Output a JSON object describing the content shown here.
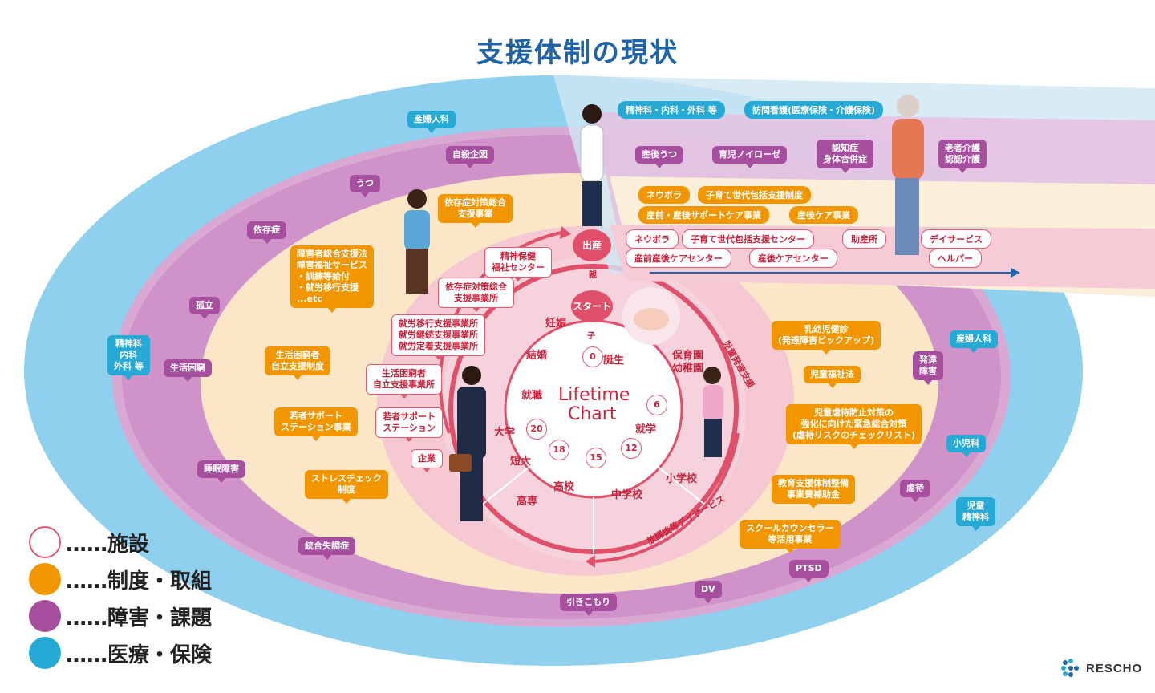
{
  "title": "支援体制の現状",
  "legend": [
    {
      "label": "……施設",
      "color": "#ffffff",
      "border": "#e05a70"
    },
    {
      "label": "……制度・取組",
      "color": "#f29600",
      "border": "#f29600"
    },
    {
      "label": "……障害・課題",
      "color": "#a64f9e",
      "border": "#a64f9e"
    },
    {
      "label": "……医療・保険",
      "color": "#27a9d6",
      "border": "#27a9d6"
    }
  ],
  "logo": "RESCHO",
  "center": {
    "line1": "Lifetime",
    "line2": "Chart",
    "start": "スタート",
    "birth": "出産"
  },
  "stages": {
    "pregnancy": "妊娠",
    "marriage": "結婚",
    "employment": "就職",
    "birthday": "誕生",
    "university": "大学",
    "junior_college": "短大",
    "high_school": "高校",
    "vocational": "高専",
    "middle_school": "中学校",
    "elementary": "小学校",
    "nursery": "保育園",
    "kindergarten": "幼稚園",
    "school_entry": "就学",
    "child": "子",
    "parent": "親"
  },
  "ages": [
    "0",
    "6",
    "12",
    "15",
    "18",
    "20"
  ],
  "arc_labels": {
    "right": "児童発達支援",
    "bottom": "放課後等デイサービス"
  },
  "medical": {
    "top_pill1": "精神科・内科・外科 等",
    "top_pill2": "訪問看護(医療保険・介護保険)",
    "obgyn_left": "産婦人科",
    "psych_left": "精神科\n内科\n外科 等",
    "obgyn_right": "産婦人科",
    "pediatrics": "小児科",
    "child_psych": "児童\n精神科"
  },
  "issues": {
    "postpartum_dep": "産後うつ",
    "parenting_neurosis": "育児ノイローゼ",
    "dementia": "認知症\n身体合併症",
    "elder_care": "老者介護\n認認介護",
    "suicide": "自殺企図",
    "depression": "うつ",
    "addiction": "依存症",
    "isolation": "孤立",
    "poverty": "生活困窮",
    "sleep": "睡眠障害",
    "ataxia": "統合失調症",
    "hikikomori": "引きこもり",
    "dv": "DV",
    "ptsd": "PTSD",
    "abuse": "虐待",
    "developmental": "発達\n障害"
  },
  "programs": {
    "dependency_support": "依存症対策総合\n支援事業",
    "disability_act": "障害者総合支援法\n障害福祉サービス\n・訓練等給付\n・就労移行支援\n...etc",
    "poverty_support": "生活困窮者\n自立支援制度",
    "youth_support": "若者サポート\nステーション事業",
    "stress_check": "ストレスチェック\n制度",
    "neuvola1": "ネウボラ",
    "comprehensive1": "子育て世代包括支援制度",
    "pre_post_support": "産前・産後サポートケア事業",
    "postpartum_care": "産後ケア事業",
    "infant_checkup": "乳幼児健診\n(発達障害ピックアップ)",
    "child_welfare": "児童福祉法",
    "abuse_prevention": "児童虐待防止対策の\n強化に向けた緊急総合対策\n(虐待リスクのチェックリスト)",
    "education_support": "教育支援体制整備\n事業費補助金",
    "school_counselor": "スクールカウンセラー\n等活用事業"
  },
  "facilities": {
    "mental_health_center": "精神保健\n福祉センター",
    "dependency_office": "依存症対策総合\n支援事業所",
    "employment_offices": "就労移行支援事業所\n就労継続支援事業所\n就労定着支援事業所",
    "poverty_office": "生活困窮者\n自立支援事業所",
    "youth_station": "若者サポート\nステーション",
    "company": "企業",
    "neuvola2": "ネウボラ",
    "comprehensive_center": "子育て世代包括支援センター",
    "midwife": "助産所",
    "pre_post_center": "産前産後ケアセンター",
    "postpartum_center": "産後ケアセンター",
    "day_service": "デイサービス",
    "helper": "ヘルパー"
  }
}
